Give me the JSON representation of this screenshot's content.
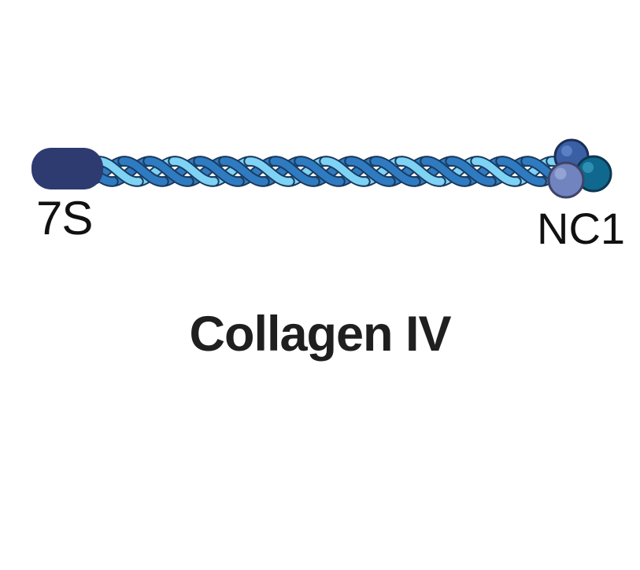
{
  "diagram": {
    "title": "Collagen IV",
    "left_domain_label": "7S",
    "right_domain_label": "NC1"
  },
  "palette": {
    "background": "#ffffff",
    "pill_navy": "#2e3b70",
    "helix_dark_blue": "#2f7bc1",
    "helix_light_blue": "#7ed3f5",
    "helix_outline": "#1b3a5e",
    "sphere_blue": "#3a5fa5",
    "sphere_blue_highlight": "#5b7ec5",
    "sphere_teal": "#10688e",
    "sphere_teal_highlight": "#2f8fb3",
    "sphere_slate": "#7184bf",
    "sphere_slate_highlight": "#93a3d4",
    "label_text": "#111111",
    "title_text": "#1f1f1f"
  }
}
